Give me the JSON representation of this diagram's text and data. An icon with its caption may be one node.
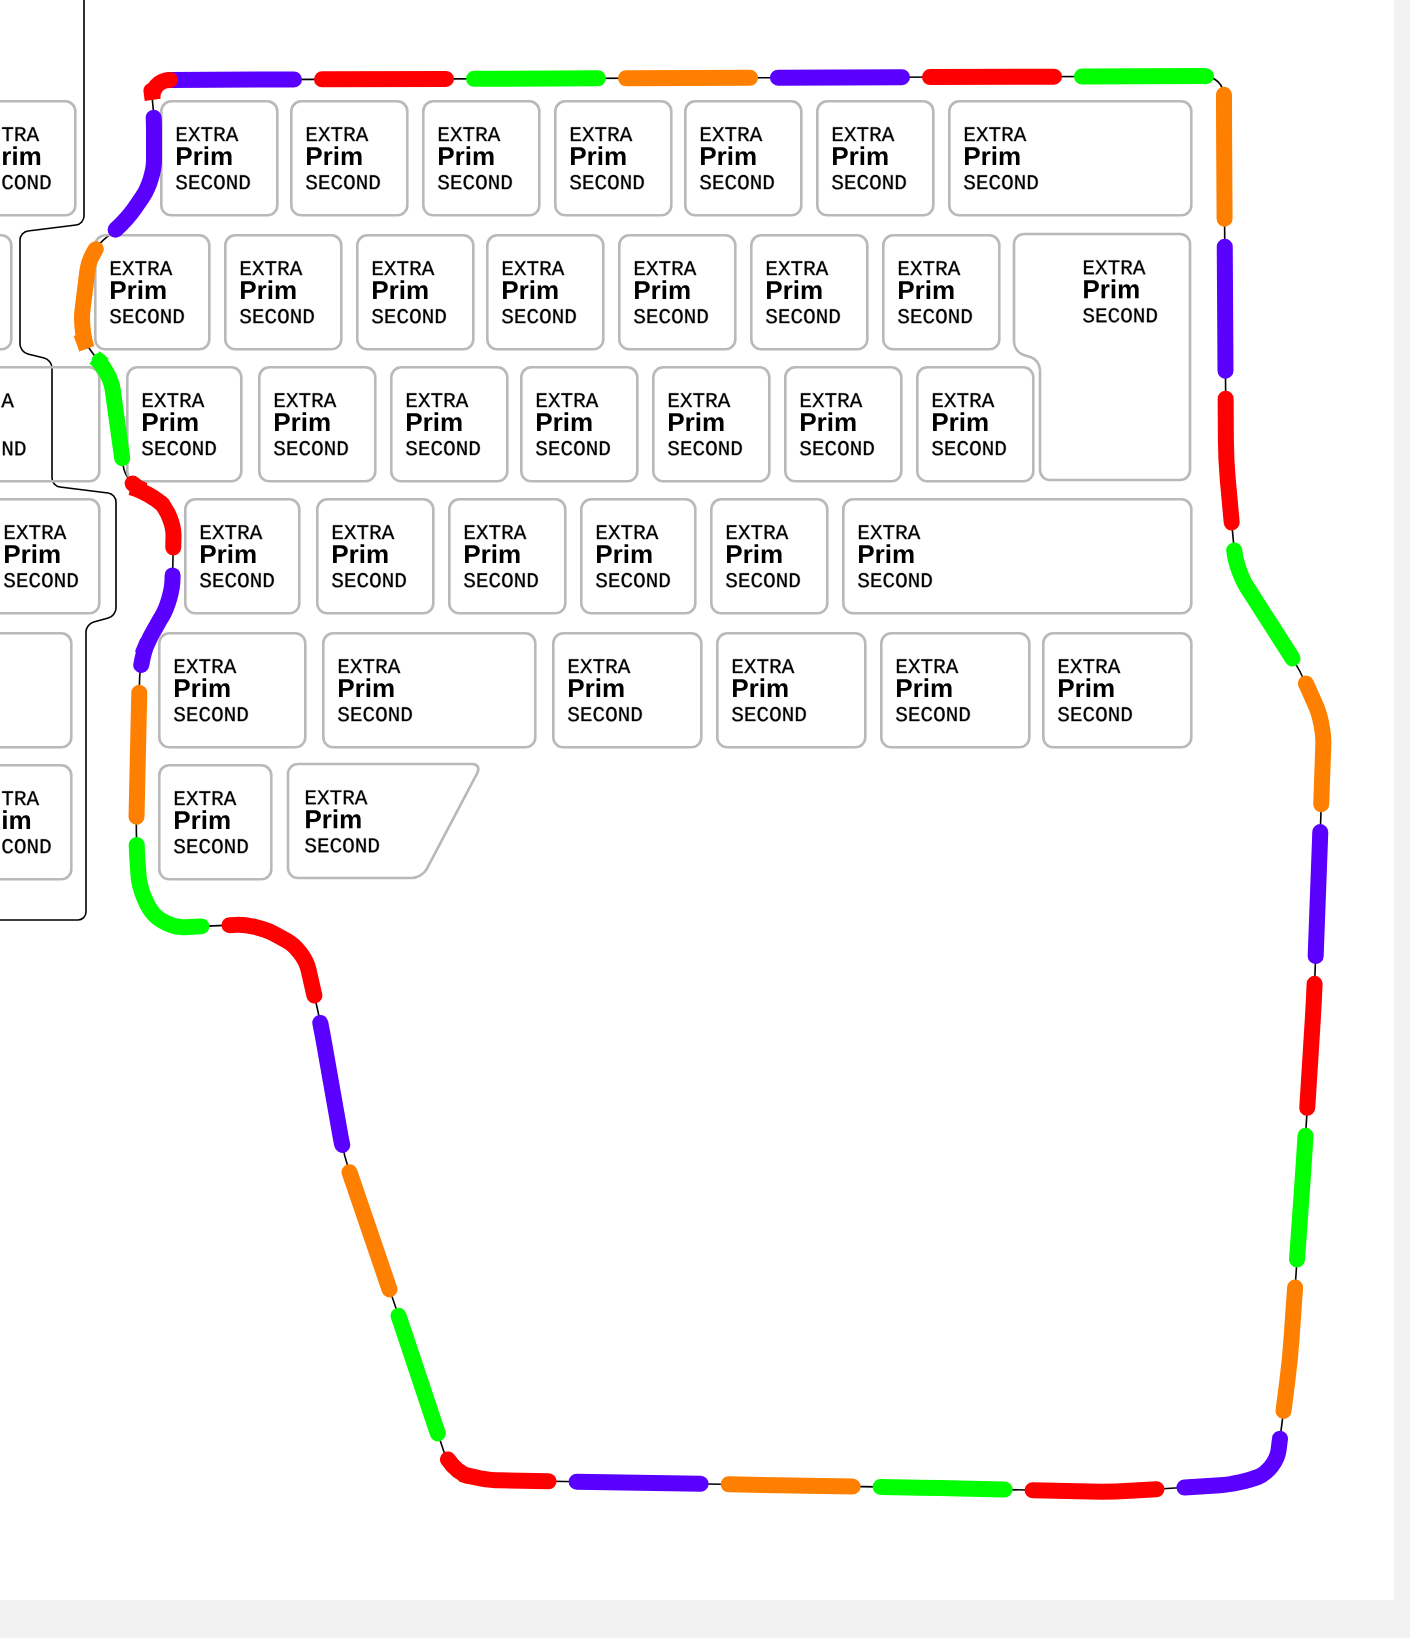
{
  "diagram": {
    "nodes": [
      {
        "text": [
          "TRA",
          "rim",
          "COND"
        ]
      },
      {
        "text": [
          "EXTRA",
          "Prim",
          "SECOND"
        ]
      },
      {
        "text": [
          "EXTRA",
          "Prim",
          "SECOND"
        ]
      },
      {
        "text": [
          "EXTRA",
          "Prim",
          "SECOND"
        ]
      },
      {
        "text": [
          "EXTRA",
          "Prim",
          "SECOND"
        ]
      },
      {
        "text": [
          "EXTRA",
          "Prim",
          "SECOND"
        ]
      },
      {
        "text": [
          "EXTRA",
          "Prim",
          "SECOND"
        ]
      },
      {
        "text": [
          "EXTRA",
          "Prim",
          "SECOND"
        ]
      },
      {
        "text": [],
        "shape": "box"
      },
      {
        "text": [
          "EXTRA",
          "Prim",
          "SECOND"
        ]
      },
      {
        "text": [
          "EXTRA",
          "Prim",
          "SECOND"
        ]
      },
      {
        "text": [
          "EXTRA",
          "Prim",
          "SECOND"
        ]
      },
      {
        "text": [
          "EXTRA",
          "Prim",
          "SECOND"
        ]
      },
      {
        "text": [
          "EXTRA",
          "Prim",
          "SECOND"
        ]
      },
      {
        "text": [
          "EXTRA",
          "Prim",
          "SECOND"
        ]
      },
      {
        "text": [
          "EXTRA",
          "Prim",
          "SECOND"
        ]
      },
      {
        "text": [
          "EXTRA",
          "Prim",
          "SECOND"
        ]
      },
      {
        "text": [
          "A",
          "ND"
        ]
      },
      {
        "text": [
          "EXTRA",
          "Prim",
          "SECOND"
        ]
      },
      {
        "text": [
          "EXTRA",
          "Prim",
          "SECOND"
        ]
      },
      {
        "text": [
          "EXTRA",
          "Prim",
          "SECOND"
        ]
      },
      {
        "text": [
          "EXTRA",
          "Prim",
          "SECOND"
        ]
      },
      {
        "text": [
          "EXTRA",
          "Prim",
          "SECOND"
        ]
      },
      {
        "text": [
          "EXTRA",
          "Prim",
          "SECOND"
        ]
      },
      {
        "text": [
          "EXTRA",
          "Prim",
          "SECOND"
        ]
      },
      {
        "text": [
          "EXTRA",
          "Prim",
          "SECOND"
        ]
      },
      {
        "text": [
          "EXTRA",
          "Prim",
          "SECOND"
        ]
      },
      {
        "text": [
          "EXTRA",
          "Prim",
          "SECOND"
        ]
      },
      {
        "text": [
          "EXTRA",
          "Prim",
          "SECOND"
        ]
      },
      {
        "text": [
          "EXTRA",
          "Prim",
          "SECOND"
        ]
      },
      {
        "text": [
          "EXTRA",
          "Prim",
          "SECOND"
        ]
      },
      {
        "text": [
          "EXTRA",
          "Prim",
          "SECOND"
        ]
      },
      {
        "text": [],
        "shape": "box"
      },
      {
        "text": [
          "EXTRA",
          "Prim",
          "SECOND"
        ]
      },
      {
        "text": [
          "EXTRA",
          "Prim",
          "SECOND"
        ]
      },
      {
        "text": [
          "EXTRA",
          "Prim",
          "SECOND"
        ]
      },
      {
        "text": [
          "EXTRA",
          "Prim",
          "SECOND"
        ]
      },
      {
        "text": [
          "EXTRA",
          "Prim",
          "SECOND"
        ]
      },
      {
        "text": [
          "EXTRA",
          "Prim",
          "SECOND"
        ]
      },
      {
        "text": [
          "TRA",
          "im",
          "COND"
        ]
      },
      {
        "text": [
          "EXTRA",
          "Prim",
          "SECOND"
        ]
      },
      {
        "text": [
          "EXTRA",
          "Prim",
          "SECOND"
        ]
      }
    ]
  }
}
